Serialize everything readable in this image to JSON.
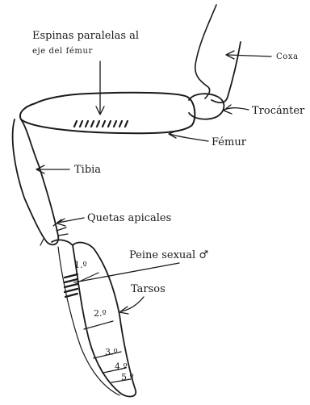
{
  "labels": {
    "spines_line1": "Espinas paralelas al",
    "spines_line2": "eje del fémur",
    "coxa": "Coxa",
    "trochanter": "Trocánter",
    "femur": "Fémur",
    "tibia": "Tibia",
    "apical_bristles": "Quetas apicales",
    "sex_comb": "Peine sexual ♂",
    "tarsi": "Tarsos"
  },
  "tarsal_segments": [
    "1.º",
    "2.º",
    "3.º",
    "4.º",
    "5.º"
  ]
}
